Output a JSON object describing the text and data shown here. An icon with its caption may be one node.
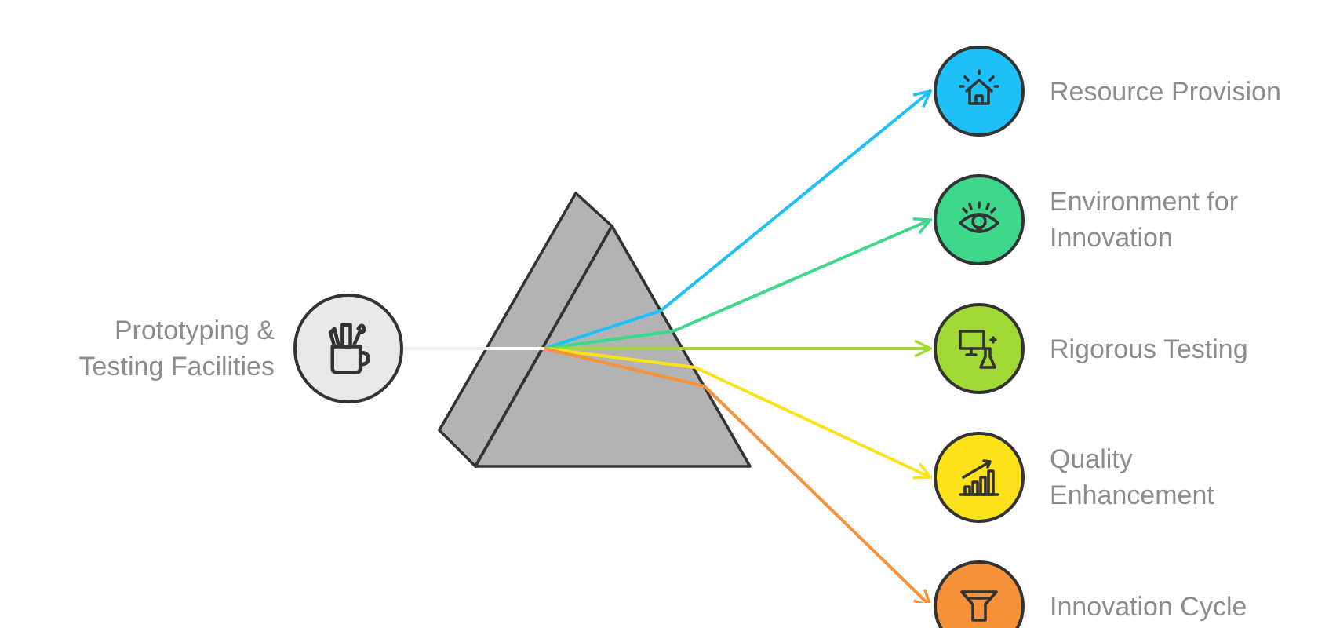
{
  "diagram": {
    "nodes": [
      {
        "text": [
          "Prototyping & Testing Facilities"
        ]
      },
      {
        "text": [],
        "shape": "prism"
      },
      {
        "text": [
          "Resource Provision"
        ]
      },
      {
        "text": [
          "Environment for Innovation"
        ]
      },
      {
        "text": [
          "Rigorous Testing"
        ]
      },
      {
        "text": [
          "Quality Enhancement"
        ]
      },
      {
        "text": [
          "Innovation Cycle"
        ]
      }
    ],
    "edges": [
      {
        "from": 0,
        "to": 1,
        "arrow": "none",
        "color": "#f0f0f0"
      },
      {
        "from": 1,
        "to": 2,
        "arrow": "to",
        "color": "#1ec0f9"
      },
      {
        "from": 1,
        "to": 3,
        "arrow": "to",
        "color": "#3ed88c"
      },
      {
        "from": 1,
        "to": 4,
        "arrow": "to",
        "color": "#a3d934"
      },
      {
        "from": 1,
        "to": 5,
        "arrow": "to",
        "color": "#fde21a"
      },
      {
        "from": 1,
        "to": 6,
        "arrow": "to",
        "color": "#f7923a"
      }
    ]
  }
}
